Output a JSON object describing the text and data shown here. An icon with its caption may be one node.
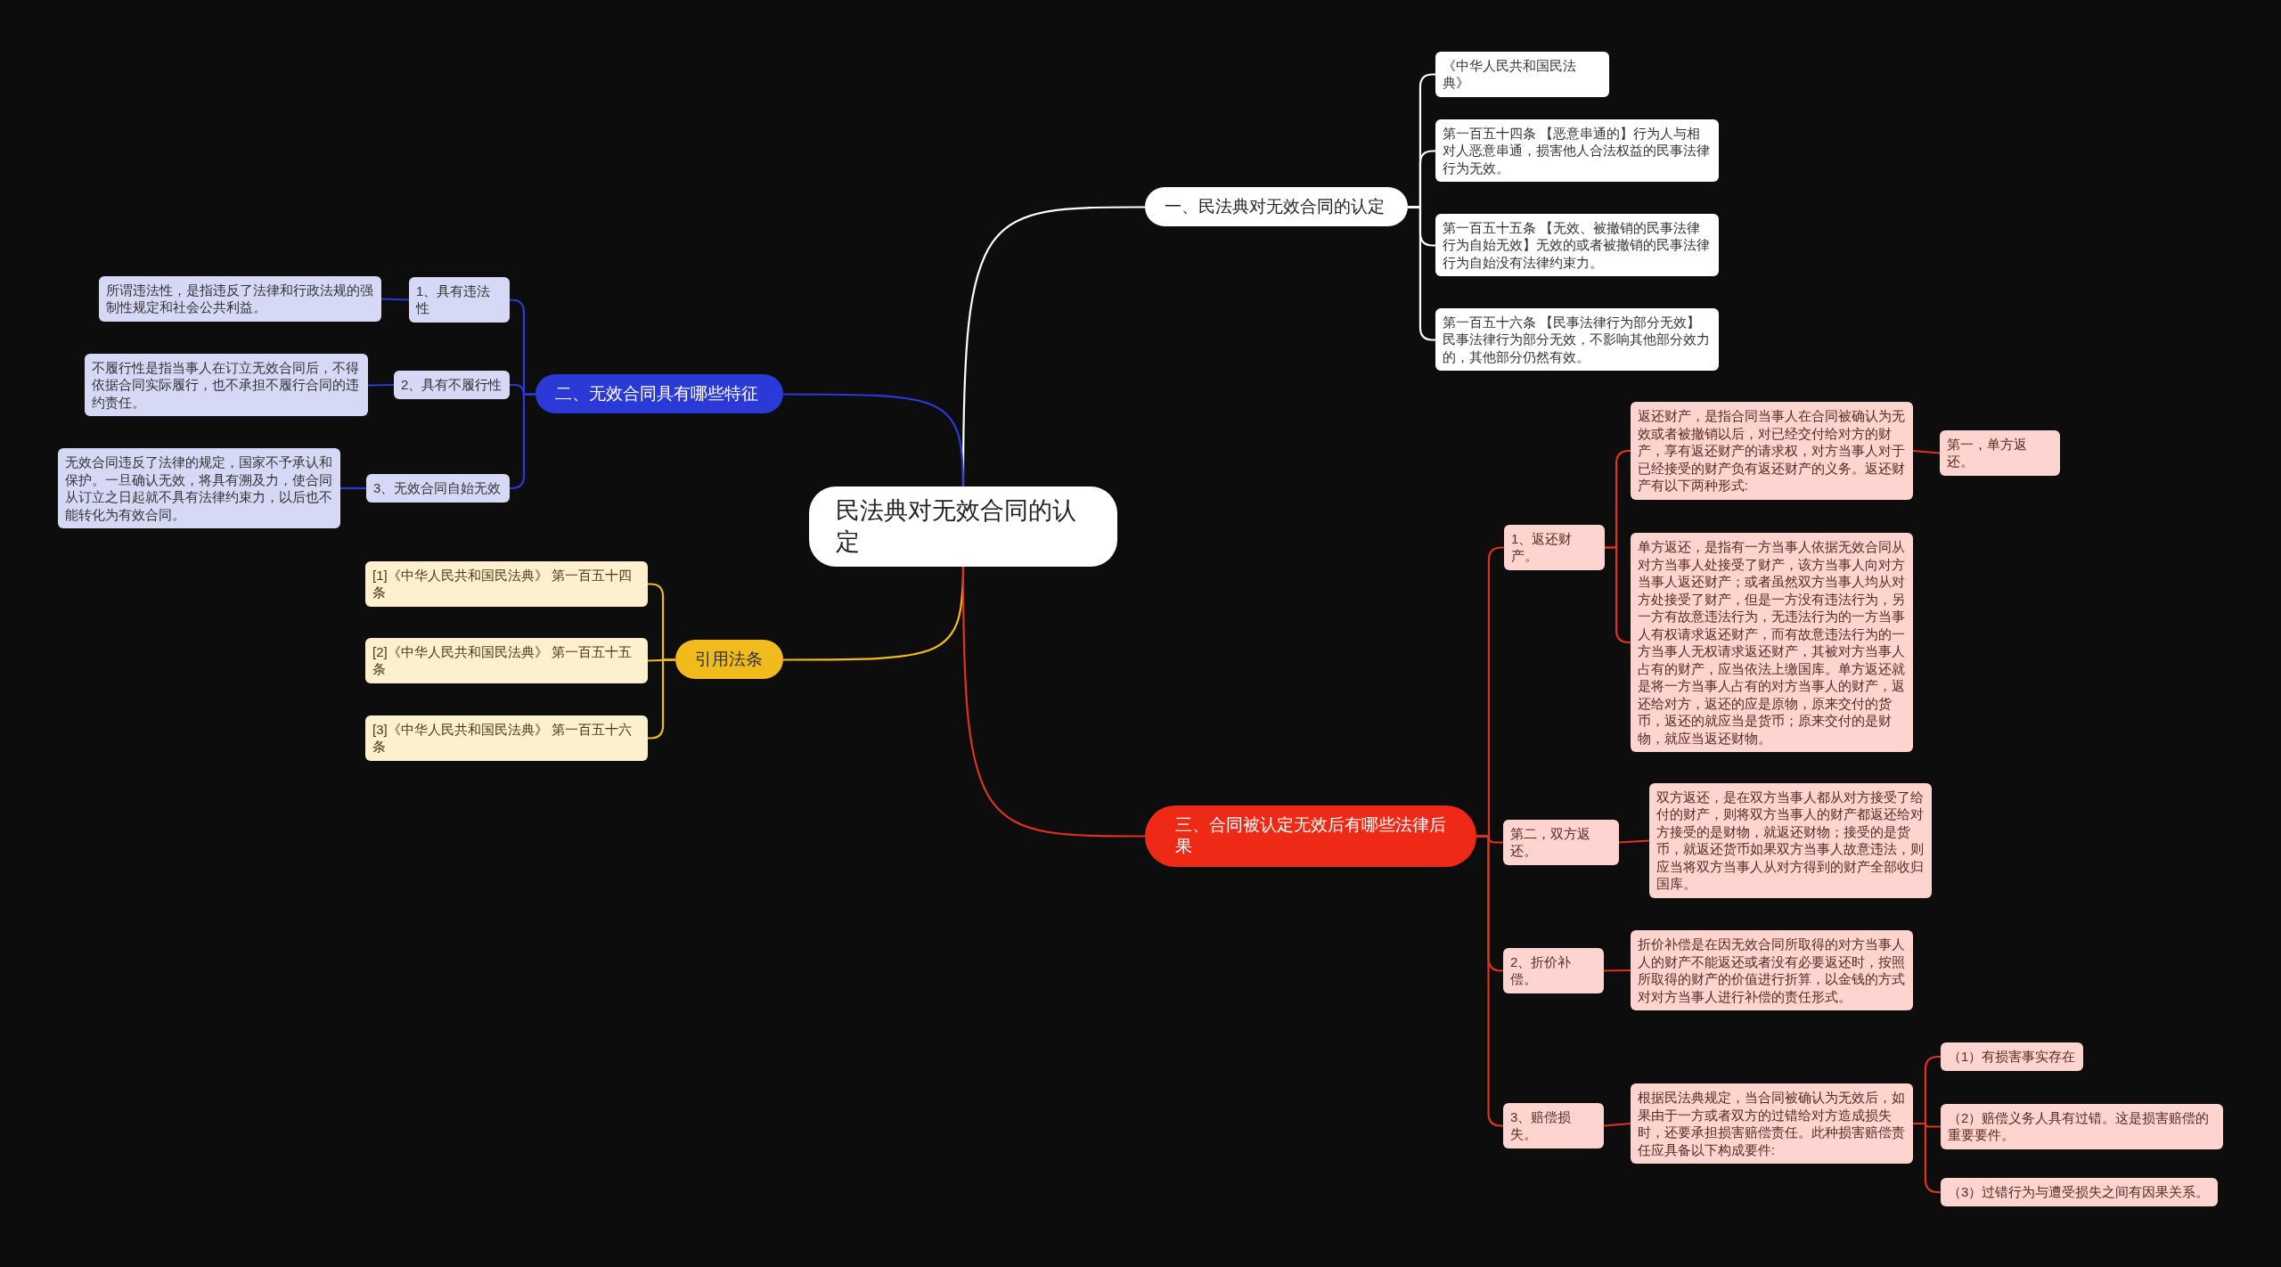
{
  "diagram": {
    "nodes": [
      {
        "text": [
          "民法典对无效合同的认定"
        ]
      },
      {
        "text": [
          "一、民法典对无效合同的认定"
        ]
      },
      {
        "text": [
          "《中华人民共和国民法典》"
        ]
      },
      {
        "text": [
          "第一百五十四条 【恶意串通的】行为人与相对人恶意串通，损害他人合法权益的民事法律行为无效。"
        ]
      },
      {
        "text": [
          "第一百五十五条 【无效、被撤销的民事法律行为自始无效】无效的或者被撤销的民事法律行为自始没有法律约束力。"
        ]
      },
      {
        "text": [
          "第一百五十六条 【民事法律行为部分无效】民事法律行为部分无效，不影响其他部分效力的，其他部分仍然有效。"
        ]
      },
      {
        "text": [
          "二、无效合同具有哪些特征"
        ]
      },
      {
        "text": [
          "1、具有违法性"
        ]
      },
      {
        "text": [
          "所谓违法性，是指违反了法律和行政法规的强制性规定和社会公共利益。"
        ]
      },
      {
        "text": [
          "2、具有不履行性"
        ]
      },
      {
        "text": [
          "不履行性是指当事人在订立无效合同后，不得依据合同实际履行，也不承担不履行合同的违约责任。"
        ]
      },
      {
        "text": [
          "3、无效合同自始无效"
        ]
      },
      {
        "text": [
          "无效合同违反了法律的规定，国家不予承认和保护。一旦确认无效，将具有溯及力，使合同从订立之日起就不具有法律约束力，以后也不能转化为有效合同。"
        ]
      },
      {
        "text": [
          "引用法条"
        ]
      },
      {
        "text": [
          "[1]《中华人民共和国民法典》 第一百五十四条"
        ]
      },
      {
        "text": [
          "[2]《中华人民共和国民法典》 第一百五十五条"
        ]
      },
      {
        "text": [
          "[3]《中华人民共和国民法典》 第一百五十六条"
        ]
      },
      {
        "text": [
          "三、合同被认定无效后有哪些法律后果"
        ]
      },
      {
        "text": [
          "1、返还财产。"
        ]
      },
      {
        "text": [
          "返还财产，是指合同当事人在合同被确认为无效或者被撤销以后，对已经交付给对方的财产，享有返还财产的请求权，对方当事人对于已经接受的财产负有返还财产的义务。返还财产有以下两种形式:"
        ]
      },
      {
        "text": [
          "第一，单方返还。"
        ]
      },
      {
        "text": [
          "单方返还，是指有一方当事人依据无效合同从对方当事人处接受了财产，该方当事人向对方当事人返还财产；或者虽然双方当事人均从对方处接受了财产，但是一方没有违法行为，另一方有故意违法行为，无违法行为的一方当事人有权请求返还财产，而有故意违法行为的一方当事人无权请求返还财产，其被对方当事人占有的财产，应当依法上缴国库。单方返还就是将一方当事人占有的对方当事人的财产，返还给对方，返还的应是原物，原来交付的货币，返还的就应当是货币；原来交付的是财物，就应当返还财物。"
        ]
      },
      {
        "text": [
          "第二，双方返还。"
        ]
      },
      {
        "text": [
          "双方返还，是在双方当事人都从对方接受了给付的财产，则将双方当事人的财产都返还给对方接受的是财物，就返还财物；接受的是货币，就返还货币如果双方当事人故意违法，则应当将双方当事人从对方得到的财产全部收归国库。"
        ]
      },
      {
        "text": [
          "2、折价补偿。"
        ]
      },
      {
        "text": [
          "折价补偿是在因无效合同所取得的对方当事人人的财产不能返还或者没有必要返还时，按照所取得的财产的价值进行折算，以金钱的方式对对方当事人进行补偿的责任形式。"
        ]
      },
      {
        "text": [
          "3、赔偿损失。"
        ]
      },
      {
        "text": [
          "根据民法典规定，当合同被确认为无效后，如果由于一方或者双方的过错给对方造成损失时，还要承担损害赔偿责任。此种损害赔偿责任应具备以下构成要件:"
        ]
      },
      {
        "text": [
          "（1）有损害事实存在"
        ]
      },
      {
        "text": [
          "（2）赔偿义务人具有过错。这是损害赔偿的重要要件。"
        ]
      },
      {
        "text": [
          "（3）过错行为与遭受损失之间有因果关系。"
        ]
      }
    ],
    "edges": [
      {
        "from": 0,
        "to": 1,
        "arrow": "none",
        "color": "#ffffff"
      },
      {
        "from": 1,
        "to": 2,
        "arrow": "none",
        "color": "#ffffff"
      },
      {
        "from": 1,
        "to": 3,
        "arrow": "none",
        "color": "#ffffff"
      },
      {
        "from": 1,
        "to": 4,
        "arrow": "none",
        "color": "#ffffff"
      },
      {
        "from": 1,
        "to": 5,
        "arrow": "none",
        "color": "#ffffff"
      },
      {
        "from": 0,
        "to": 6,
        "arrow": "none",
        "color": "#2b3ad6"
      },
      {
        "from": 6,
        "to": 7,
        "arrow": "none",
        "color": "#2b3ad6"
      },
      {
        "from": 7,
        "to": 8,
        "arrow": "none",
        "color": "#2b3ad6"
      },
      {
        "from": 6,
        "to": 9,
        "arrow": "none",
        "color": "#2b3ad6"
      },
      {
        "from": 9,
        "to": 10,
        "arrow": "none",
        "color": "#2b3ad6"
      },
      {
        "from": 6,
        "to": 11,
        "arrow": "none",
        "color": "#2b3ad6"
      },
      {
        "from": 11,
        "to": 12,
        "arrow": "none",
        "color": "#2b3ad6"
      },
      {
        "from": 0,
        "to": 13,
        "arrow": "none",
        "color": "#f1bb1c"
      },
      {
        "from": 13,
        "to": 14,
        "arrow": "none",
        "color": "#f1bb1c"
      },
      {
        "from": 13,
        "to": 15,
        "arrow": "none",
        "color": "#f1bb1c"
      },
      {
        "from": 13,
        "to": 16,
        "arrow": "none",
        "color": "#f1bb1c"
      },
      {
        "from": 0,
        "to": 17,
        "arrow": "none"
      },
      {
        "from": 17,
        "to": 18,
        "arrow": "none"
      },
      {
        "from": 18,
        "to": 19,
        "arrow": "none"
      },
      {
        "from": 19,
        "to": 20,
        "arrow": "none"
      },
      {
        "from": 18,
        "to": 21,
        "arrow": "none"
      },
      {
        "from": 17,
        "to": 22,
        "arrow": "none"
      },
      {
        "from": 22,
        "to": 23,
        "arrow": "none"
      },
      {
        "from": 17,
        "to": 24,
        "arrow": "none"
      },
      {
        "from": 24,
        "to": 25,
        "arrow": "none"
      },
      {
        "from": 17,
        "to": 26,
        "arrow": "none"
      },
      {
        "from": 26,
        "to": 27,
        "arrow": "none"
      },
      {
        "from": 27,
        "to": 28,
        "arrow": "none"
      },
      {
        "from": 27,
        "to": 29,
        "arrow": "none"
      },
      {
        "from": 27,
        "to": 30,
        "arrow": "none"
      }
    ]
  }
}
